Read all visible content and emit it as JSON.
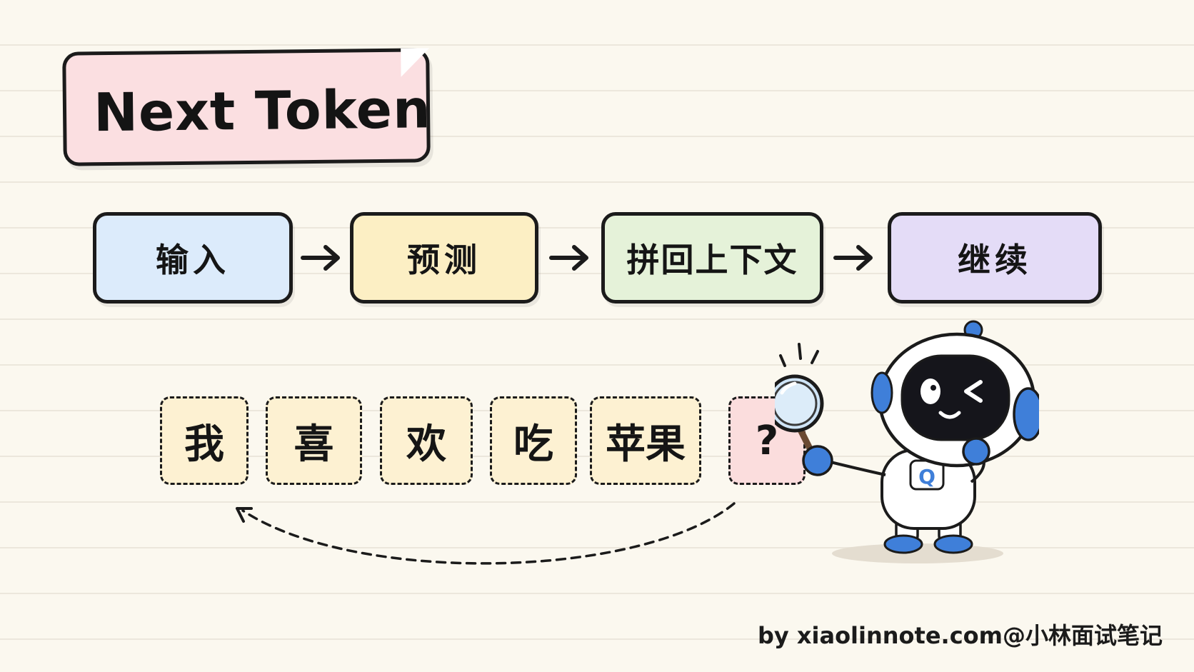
{
  "title": "Next Token",
  "flow": {
    "steps": [
      "输入",
      "预测",
      "拼回上下文",
      "继续"
    ]
  },
  "tokens": [
    "我",
    "喜",
    "欢",
    "吃",
    "苹果",
    "?"
  ],
  "robot": {
    "badge": "Q"
  },
  "credit": "by  xiaolinnote.com@小林面试笔记",
  "colors": {
    "title_card": "#fbdfe1",
    "step_input": "#dcebfb",
    "step_predict": "#fcefc4",
    "step_concat": "#e5f2d9",
    "step_continue": "#e4dcf7",
    "token": "#fdf1d2",
    "token_next": "#fbdddd",
    "robot_accent": "#3f7fd9"
  }
}
